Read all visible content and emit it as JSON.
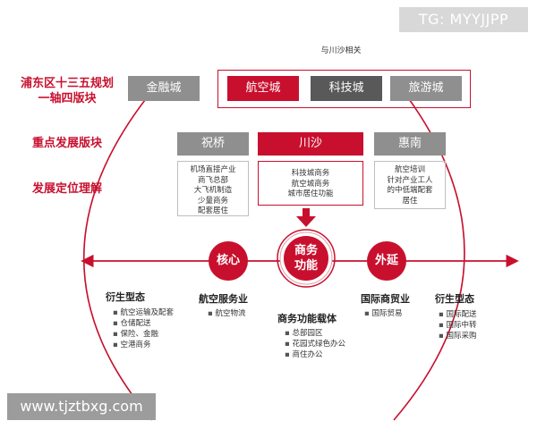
{
  "watermarks": {
    "tg": "TG: MYYJJPP",
    "site": "www.tjztbxg.com"
  },
  "top_note": "与川沙相关",
  "rows": {
    "plan": [
      "浦东区十三五规划",
      "一轴四版块"
    ],
    "key": "重点发展版块",
    "position": "发展定位理解"
  },
  "cities": [
    "金融城",
    "航空城",
    "科技城",
    "旅游城"
  ],
  "blocks": [
    "祝桥",
    "川沙",
    "惠南"
  ],
  "descs": {
    "zhuqiao": [
      "机场直接产业",
      "商飞总部",
      "大飞机制造",
      "少量商务",
      "配套居住"
    ],
    "chuansha": [
      "科技城商务",
      "航空城商务",
      "城市居住功能"
    ],
    "huinan": [
      "航空培训",
      "针对产业工人",
      "的中低端配套",
      "居住"
    ]
  },
  "circles": {
    "core": "核心",
    "center": [
      "商务",
      "功能"
    ],
    "outer": "外延"
  },
  "sections": {
    "derived_left": {
      "title": "衍生型态",
      "items": [
        "航空运输及配套",
        "仓储配送",
        "保险、金融",
        "空港商务"
      ]
    },
    "aviation": {
      "title": "航空服务业",
      "items": [
        "航空物流"
      ]
    },
    "carrier": {
      "title": "商务功能载体",
      "items": [
        "总部园区",
        "花园式绿色办公",
        "商住办公"
      ]
    },
    "trade": {
      "title": "国际商贸业",
      "items": [
        "国际贸易"
      ]
    },
    "derived_right": {
      "title": "衍生型态",
      "items": [
        "国际配送",
        "国际中转",
        "国际采购"
      ]
    }
  },
  "colors": {
    "accent": "#c8102e",
    "gray": "#8f8f8f",
    "dark_gray": "#595959"
  }
}
